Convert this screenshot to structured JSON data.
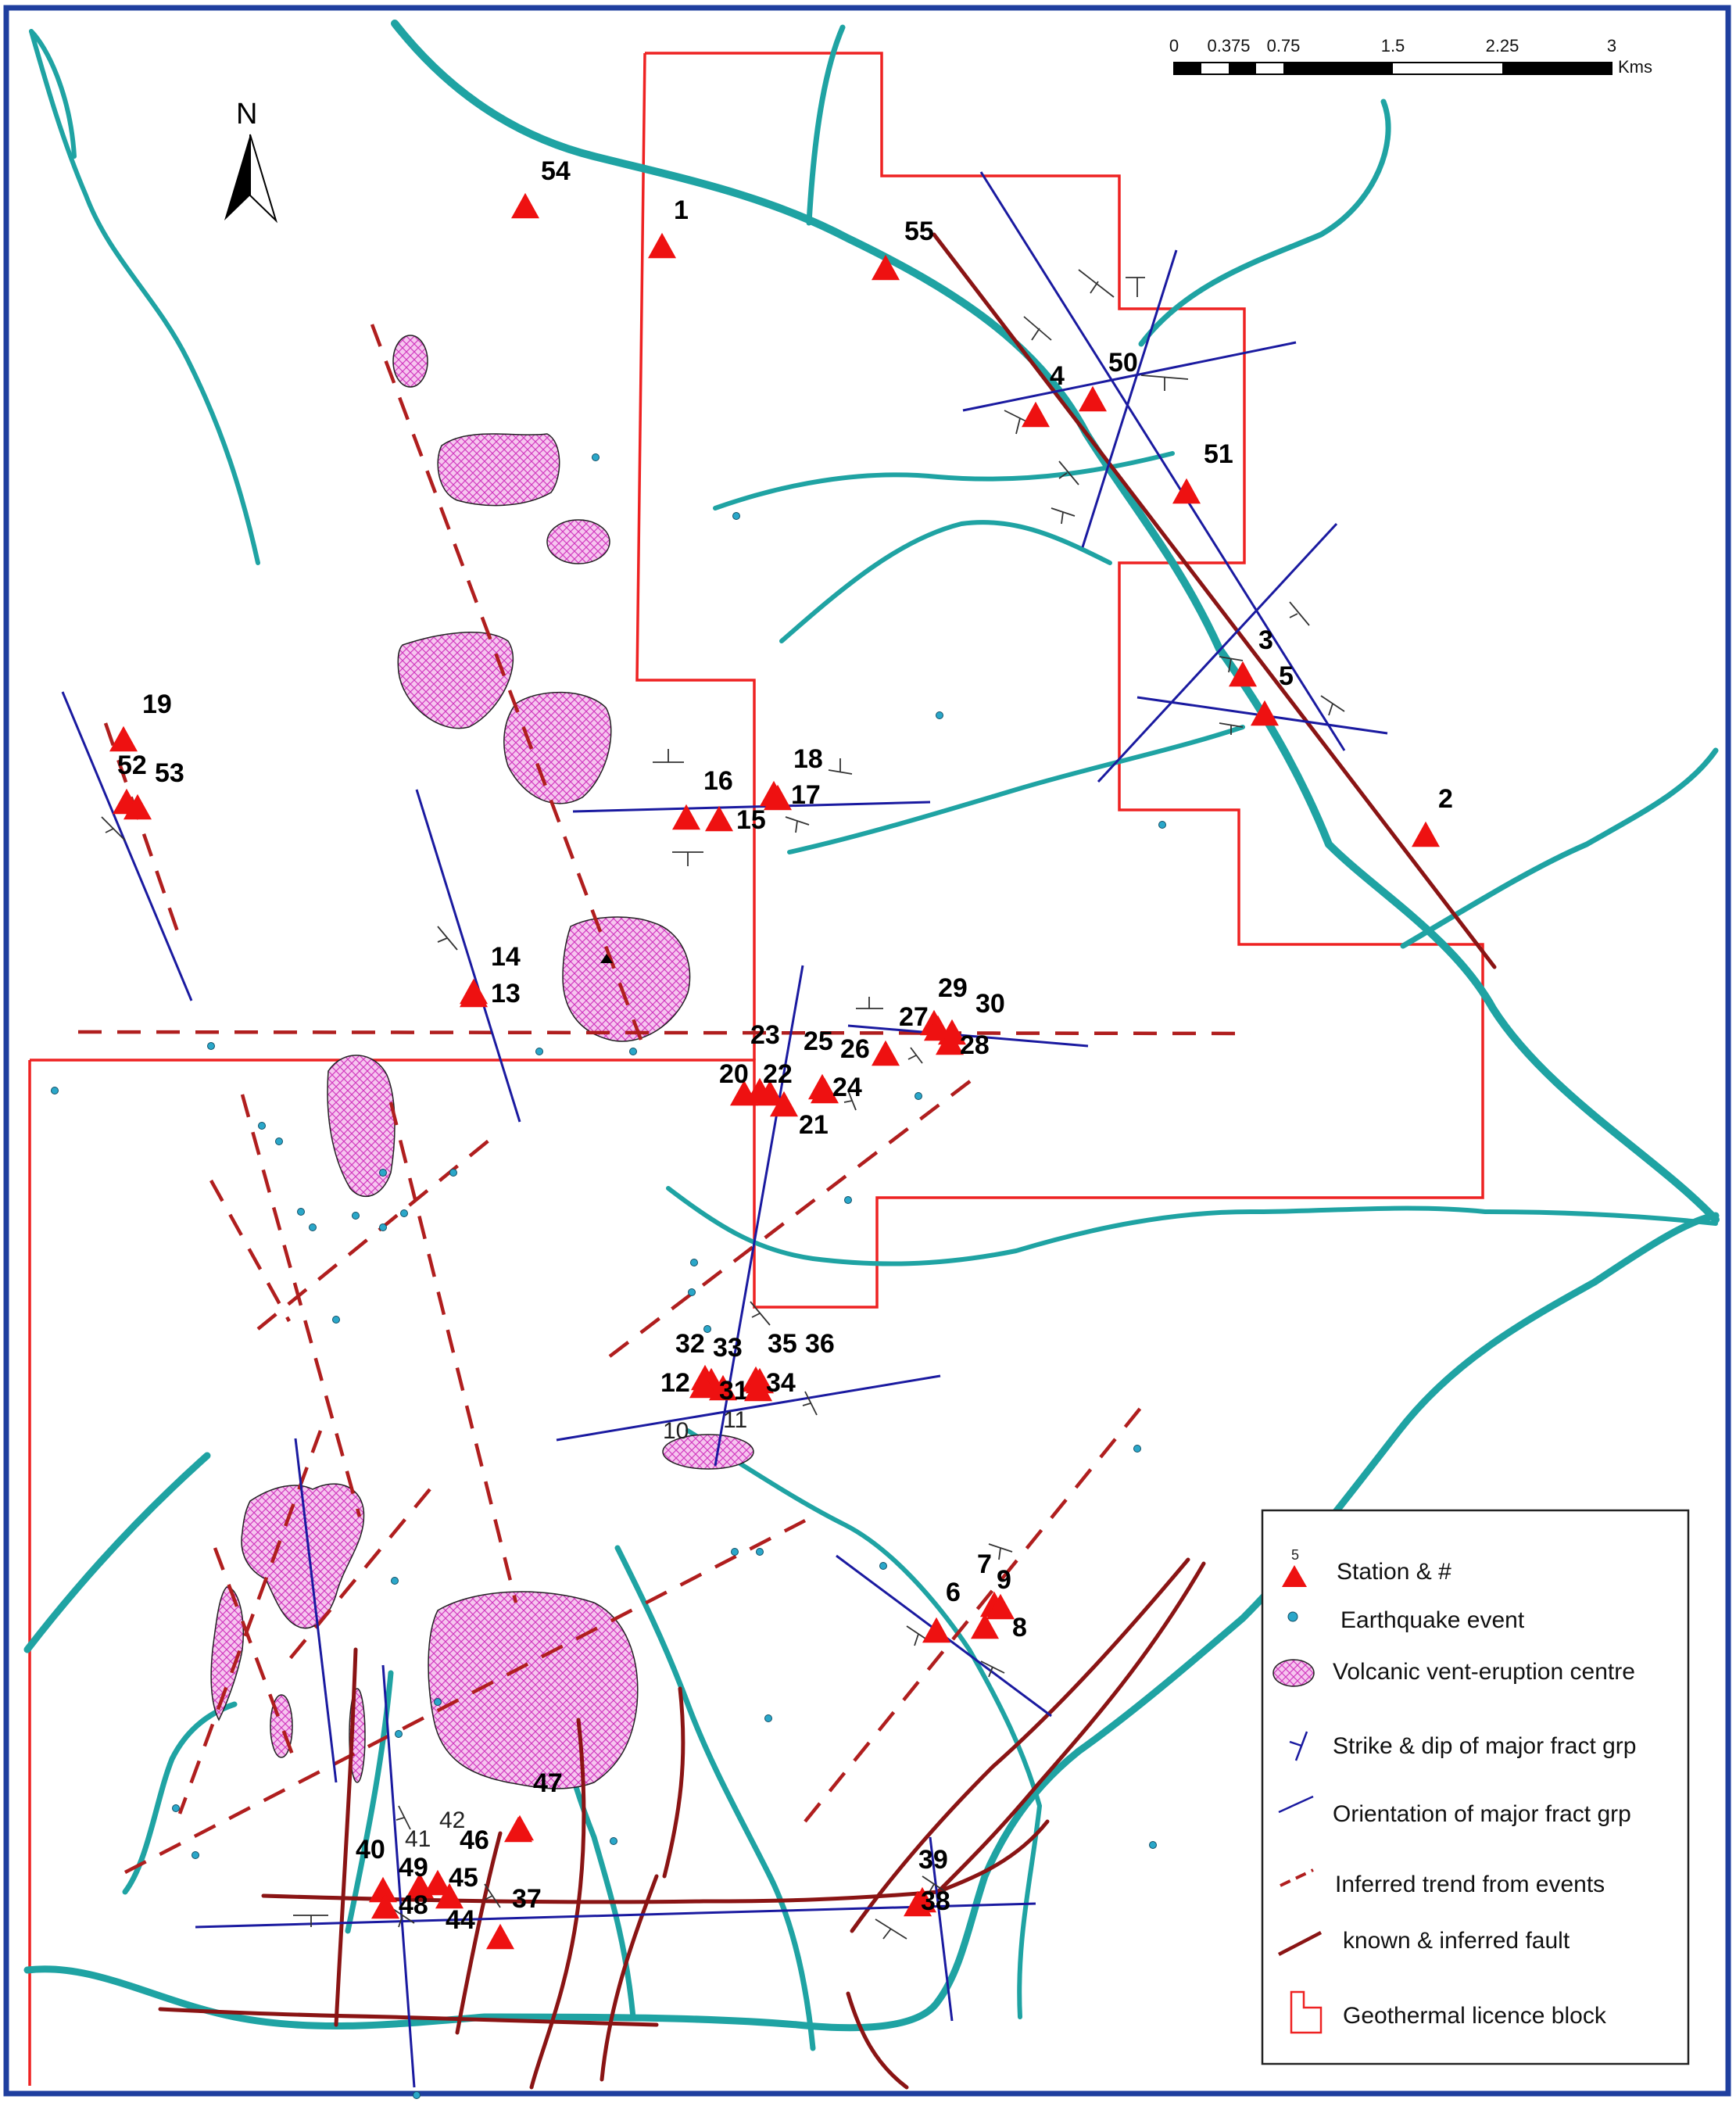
{
  "north_arrow": {
    "label": "N"
  },
  "scale_bar": {
    "ticks": [
      "0",
      "0.375",
      "0.75",
      "1.5",
      "2.25",
      "3"
    ],
    "unit": "Kms"
  },
  "stations": [
    {
      "label": "54"
    },
    {
      "label": "1"
    },
    {
      "label": "55"
    },
    {
      "label": "4"
    },
    {
      "label": "50"
    },
    {
      "label": "51"
    },
    {
      "label": "3"
    },
    {
      "label": "5"
    },
    {
      "label": "2"
    },
    {
      "label": "19"
    },
    {
      "label": "52"
    },
    {
      "label": "53"
    },
    {
      "label": "16"
    },
    {
      "label": "18"
    },
    {
      "label": "17"
    },
    {
      "label": "15"
    },
    {
      "label": "14"
    },
    {
      "label": "13"
    },
    {
      "label": "23"
    },
    {
      "label": "25"
    },
    {
      "label": "26"
    },
    {
      "label": "27"
    },
    {
      "label": "29"
    },
    {
      "label": "30"
    },
    {
      "label": "28"
    },
    {
      "label": "20"
    },
    {
      "label": "22"
    },
    {
      "label": "24"
    },
    {
      "label": "21"
    },
    {
      "label": "32"
    },
    {
      "label": "33"
    },
    {
      "label": "35"
    },
    {
      "label": "36"
    },
    {
      "label": "12"
    },
    {
      "label": "31"
    },
    {
      "label": "34"
    },
    {
      "label": "7"
    },
    {
      "label": "9"
    },
    {
      "label": "6"
    },
    {
      "label": "8"
    },
    {
      "label": "47"
    },
    {
      "label": "46"
    },
    {
      "label": "40"
    },
    {
      "label": "49"
    },
    {
      "label": "45"
    },
    {
      "label": "48"
    },
    {
      "label": "44"
    },
    {
      "label": "37"
    },
    {
      "label": "39"
    },
    {
      "label": "38"
    }
  ],
  "minor_labels": [
    "10",
    "11",
    "41",
    "42"
  ],
  "legend": {
    "items": [
      {
        "label": "Station & #",
        "marker_note": "5"
      },
      {
        "label": "Earthquake event"
      },
      {
        "label": "Volcanic vent-eruption centre"
      },
      {
        "label": "Strike & dip of major fract grp"
      },
      {
        "label": "Orientation of major fract grp"
      },
      {
        "label": "Inferred trend from events"
      },
      {
        "label": "known & inferred fault"
      },
      {
        "label": "Geothermal licence block"
      }
    ]
  },
  "colors": {
    "frame": "#1f3f9f",
    "river": "#1fa3a3",
    "licence_block": "#ee2222",
    "fracture_orientation": "#1a1aa0",
    "inferred_trend": "#b01e1e",
    "fault": "#8a1414",
    "station": "#ee1111",
    "earthquake": "#2aa7c9",
    "vent_fill": "#f6c6ef",
    "vent_hatch": "#d23cc0"
  }
}
